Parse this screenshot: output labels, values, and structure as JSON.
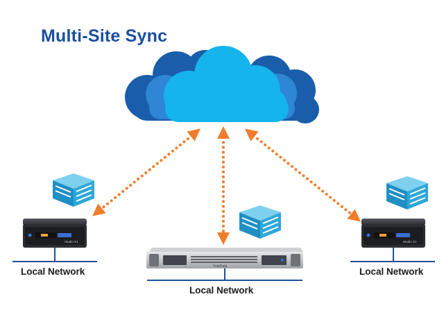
{
  "title": "Multi-Site Sync",
  "sites": [
    {
      "label": "Local Network",
      "device": "mini-pc",
      "device_text": "Studio X1"
    },
    {
      "label": "Local Network",
      "device": "rack-server",
      "device_text": "YotaData"
    },
    {
      "label": "Local Network",
      "device": "mini-pc",
      "device_text": "Studio X1"
    }
  ],
  "colors": {
    "title": "#1a4f9e",
    "cloud_back": "#1a5dab",
    "cloud_mid": "#2e86d4",
    "cloud_front": "#16b4ec",
    "arrow": "#ef7d2d",
    "network_line": "#1a4f9e",
    "building": "#2fa8d8",
    "device": "#2b2d31"
  }
}
